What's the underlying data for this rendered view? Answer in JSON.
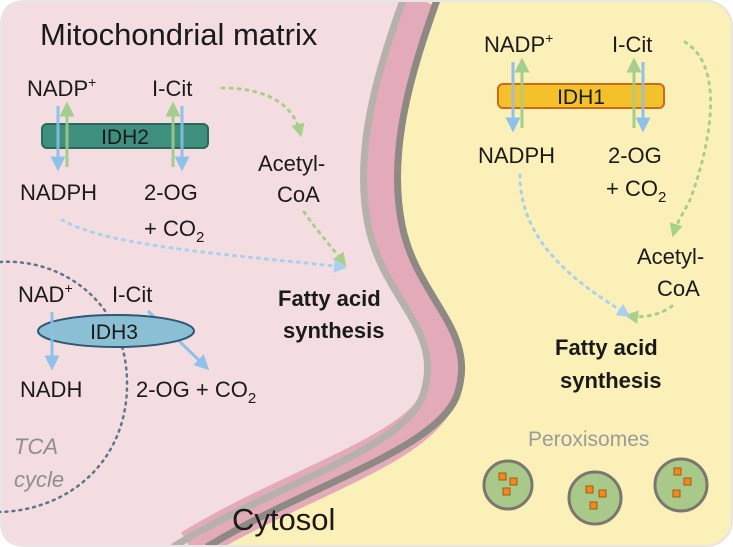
{
  "colors": {
    "matrix_bg": "#f3dde1",
    "cytosol_bg": "#faf0b8",
    "membrane_pink": "#e3aab9",
    "membrane_gray": "#b7b1ac",
    "membrane_dark": "#8f8984",
    "idh2_fill": "#3e8f7e",
    "idh1_fill": "#f3c12a",
    "idh3_fill": "#8bbfd3",
    "arrow_blue": "#8fc1ea",
    "arrow_green": "#a4cd8e",
    "dotted_blue": "#a9d1ef",
    "dotted_green": "#a9cf8a",
    "tca_dots": "#5f7588",
    "peroxisome_fill": "#a8c98a",
    "peroxisome_stroke": "#7c7670",
    "granule": "#f08a1f"
  },
  "labels": {
    "mito_matrix": "Mitochondrial matrix",
    "cytosol": "Cytosol",
    "peroxisomes": "Peroxisomes",
    "tca_line1": "TCA",
    "tca_line2": "cycle"
  },
  "idh2": {
    "name": "IDH2",
    "cofactor_in": "NADP",
    "cofactor_in_sup": "+",
    "cofactor_out": "NADPH",
    "substrate": "I-Cit",
    "product_line1": "2-OG",
    "product_line2_prefix": "+ CO",
    "product_line2_sub": "2"
  },
  "idh1": {
    "name": "IDH1",
    "cofactor_in": "NADP",
    "cofactor_in_sup": "+",
    "cofactor_out": "NADPH",
    "substrate": "I-Cit",
    "product_line1": "2-OG",
    "product_line2_prefix": "+ CO",
    "product_line2_sub": "2"
  },
  "idh3": {
    "name": "IDH3",
    "cofactor_in": "NAD",
    "cofactor_in_sup": "+",
    "cofactor_out": "NADH",
    "substrate": "I-Cit",
    "product_prefix": "2-OG + CO",
    "product_sub": "2"
  },
  "matrix_side": {
    "acetyl_line1": "Acetyl-",
    "acetyl_line2": "CoA",
    "fas_line1": "Fatty acid",
    "fas_line2": "synthesis"
  },
  "cytosol_side": {
    "acetyl_line1": "Acetyl-",
    "acetyl_line2": "CoA",
    "fas_line1": "Fatty acid",
    "fas_line2": "synthesis"
  }
}
